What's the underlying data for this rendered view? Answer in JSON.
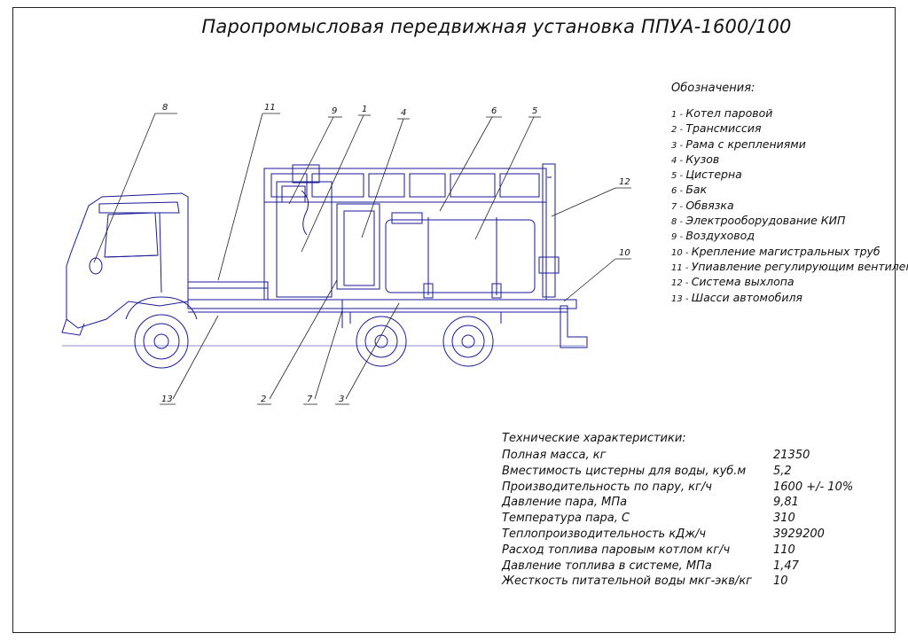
{
  "title": "Паропромысловая передвижная установка ППУА-1600/100",
  "legend": {
    "heading": "Обозначения:",
    "items": [
      {
        "num": "1",
        "text": "Котел паровой"
      },
      {
        "num": "2",
        "text": "Трансмиссия"
      },
      {
        "num": "3",
        "text": "Рама с креплениями"
      },
      {
        "num": "4",
        "text": "Кузов"
      },
      {
        "num": "5",
        "text": "Цистерна"
      },
      {
        "num": "6",
        "text": "Бак"
      },
      {
        "num": "7",
        "text": "Обвязка"
      },
      {
        "num": "8",
        "text": "Электрооборудование КИП"
      },
      {
        "num": "9",
        "text": "Воздуховод"
      },
      {
        "num": "10",
        "text": "Крепление магистральных труб"
      },
      {
        "num": "11",
        "text": "Упиавление регулирующим вентилем"
      },
      {
        "num": "12",
        "text": "Система выхлопа"
      },
      {
        "num": "13",
        "text": "Шасси автомобиля"
      }
    ]
  },
  "specs": {
    "heading": "Технические характеристики:",
    "rows": [
      {
        "name": "Полная масса, кг",
        "value": "21350"
      },
      {
        "name": "Вместимость цистерны для воды, куб.м",
        "value": "5,2"
      },
      {
        "name": "Производительность по пару, кг/ч",
        "value": "1600 +/- 10%"
      },
      {
        "name": "Давление пара, МПа",
        "value": "9,81"
      },
      {
        "name": "Температура пара, С",
        "value": "310"
      },
      {
        "name": "Теплопроизводительность кДж/ч",
        "value": "3929200"
      },
      {
        "name": "Расход топлива паровым котлом кг/ч",
        "value": "110"
      },
      {
        "name": "Давление топлива в системе, МПа",
        "value": "1,47"
      },
      {
        "name": "Жесткость питательной воды мкг-экв/кг",
        "value": "10"
      }
    ]
  },
  "callouts": [
    "8",
    "11",
    "9",
    "1",
    "4",
    "6",
    "5",
    "12",
    "10",
    "13",
    "2",
    "7",
    "3"
  ],
  "colors": {
    "line": "#1a1a9a",
    "text": "#111111",
    "frame": "#222222"
  }
}
